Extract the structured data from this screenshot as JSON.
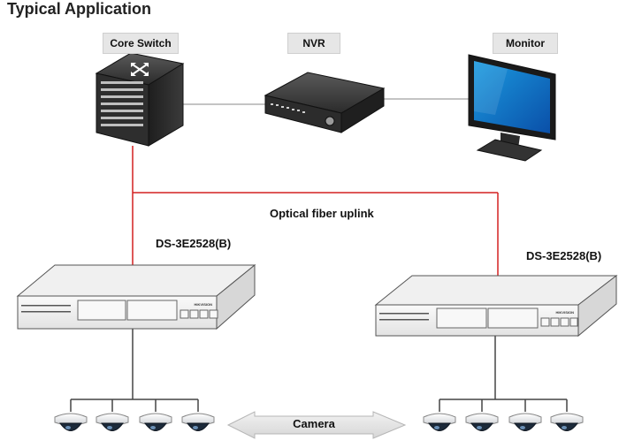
{
  "title": "Typical Application",
  "devices": {
    "core_switch": "Core Switch",
    "nvr": "NVR",
    "monitor": "Monitor"
  },
  "uplink_label": "Optical fiber uplink",
  "switch_left_model": "DS-3E2528(B)",
  "switch_right_model": "DS-3E2528(B)",
  "switch_brand": "HIKVISION",
  "camera_label": "Camera",
  "colors": {
    "uplink": "#d42020",
    "link": "#555555",
    "tag_bg": "#e6e6e6"
  }
}
